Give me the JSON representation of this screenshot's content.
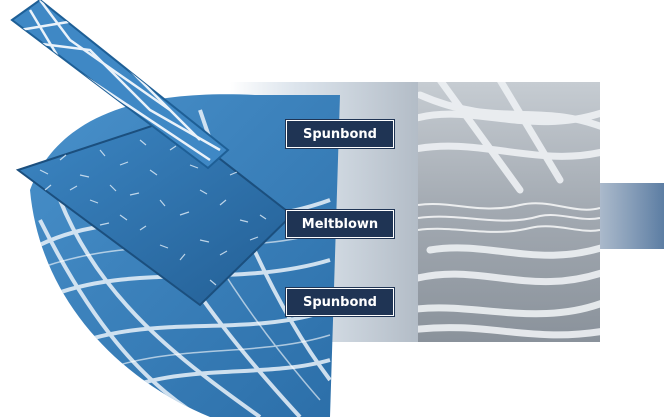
{
  "layers": [
    {
      "key": "top",
      "label": "Spunbond"
    },
    {
      "key": "middle",
      "label": "Meltblown"
    },
    {
      "key": "bottom",
      "label": "Spunbond"
    }
  ],
  "colors": {
    "label_background": "#1f3454",
    "label_text": "#ffffff",
    "fabric_blue": "#3f88c5",
    "fabric_dark": "#1e5f96",
    "fiber_light": "#eaf2fa",
    "micrograph_gray": "#8c939b"
  }
}
